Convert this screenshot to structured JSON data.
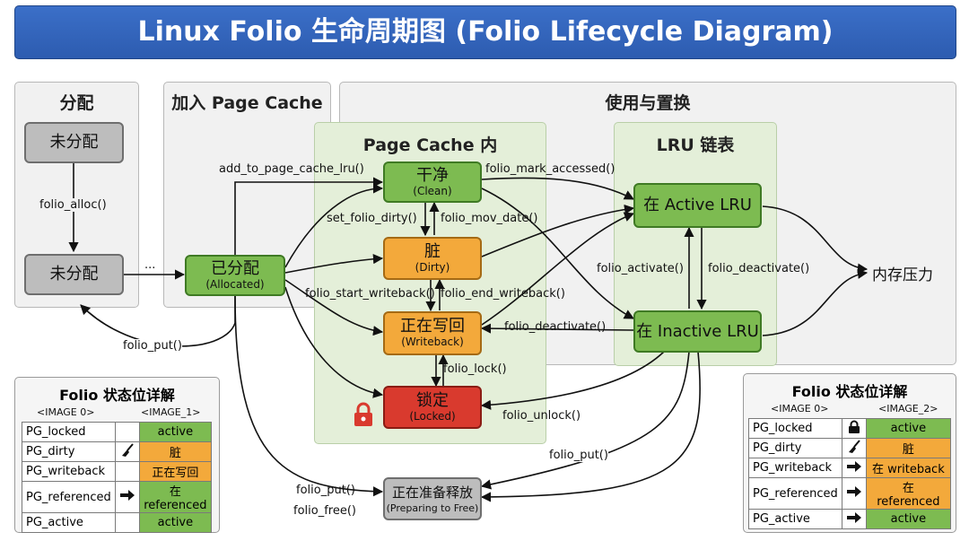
{
  "title": "Linux Folio 生命周期图 (Folio Lifecycle Diagram)",
  "regions": {
    "alloc": "分配",
    "add": "加入 Page Cache",
    "use": "使用与置换",
    "page_cache_inner": "Page Cache 内",
    "lru": "LRU 链表"
  },
  "nodes": {
    "unalloc1": "未分配",
    "unalloc2": "未分配",
    "allocated_main": "已分配",
    "allocated_sub": "(Allocated)",
    "clean_main": "干净",
    "clean_sub": "(Clean)",
    "dirty_main": "脏",
    "dirty_sub": "(Dirty)",
    "writeback_main": "正在写回",
    "writeback_sub": "(Writeback)",
    "locked_main": "锁定",
    "locked_sub": "(Locked)",
    "active_lru": "在 Active LRU",
    "inactive_lru": "在 Inactive LRU",
    "mem_pressure": "内存压力",
    "prep_main": "正在准备释放",
    "prep_sub": "(Preparing to Free)"
  },
  "labels": {
    "folio_alloc": "folio_alloc()",
    "ellipsis": "...",
    "add_lru": "add_to_page_cache_lru()",
    "mark_accessed": "folio_mark_accessed()",
    "set_dirty": "set_folio_dirty()",
    "mov_date": "folio_mov_date()",
    "start_wb": "folio_start_writeback()",
    "end_wb": "folio_end_writeback()",
    "activate": "folio_activate()",
    "deactivate1": "folio_deactivate()",
    "deactivate2": "folio_deactivate()",
    "lock": "folio_lock()",
    "unlock": "folio_unlock()",
    "put_left": "folio_put()",
    "put_right": "folio_put()",
    "put_bottom": "folio_put()",
    "free": "folio_free()"
  },
  "table_left": {
    "title": "Folio 状态位详解",
    "col1": "<IMAGE 0>",
    "col2": "<IMAGE_1>",
    "rows": [
      {
        "name": "PG_locked",
        "icon": "",
        "value": "active",
        "color": "#7dbb51"
      },
      {
        "name": "PG_dirty",
        "icon": "broom-icon",
        "value": "脏",
        "color": "#f3a93b"
      },
      {
        "name": "PG_writeback",
        "icon": "",
        "value": "正在写回",
        "color": "#f3a93b"
      },
      {
        "name": "PG_referenced",
        "icon": "arrow-right-icon",
        "value": "在 referenced",
        "color": "#7dbb51"
      },
      {
        "name": "PG_active",
        "icon": "",
        "value": "active",
        "color": "#7dbb51"
      }
    ]
  },
  "table_right": {
    "title": "Folio 状态位详解",
    "col1": "<IMAGE 0>",
    "col2": "<IMAGE_2>",
    "rows": [
      {
        "name": "PG_locked",
        "icon": "lock-icon",
        "value": "active",
        "color": "#7dbb51"
      },
      {
        "name": "PG_dirty",
        "icon": "broom-icon",
        "value": "脏",
        "color": "#f3a93b"
      },
      {
        "name": "PG_writeback",
        "icon": "arrow-right-icon",
        "value": "在 writeback",
        "color": "#f3a93b"
      },
      {
        "name": "PG_referenced",
        "icon": "arrow-right-icon",
        "value": "在 referenced",
        "color": "#f3a93b"
      },
      {
        "name": "PG_active",
        "icon": "arrow-right-icon",
        "value": "active",
        "color": "#7dbb51"
      }
    ]
  }
}
